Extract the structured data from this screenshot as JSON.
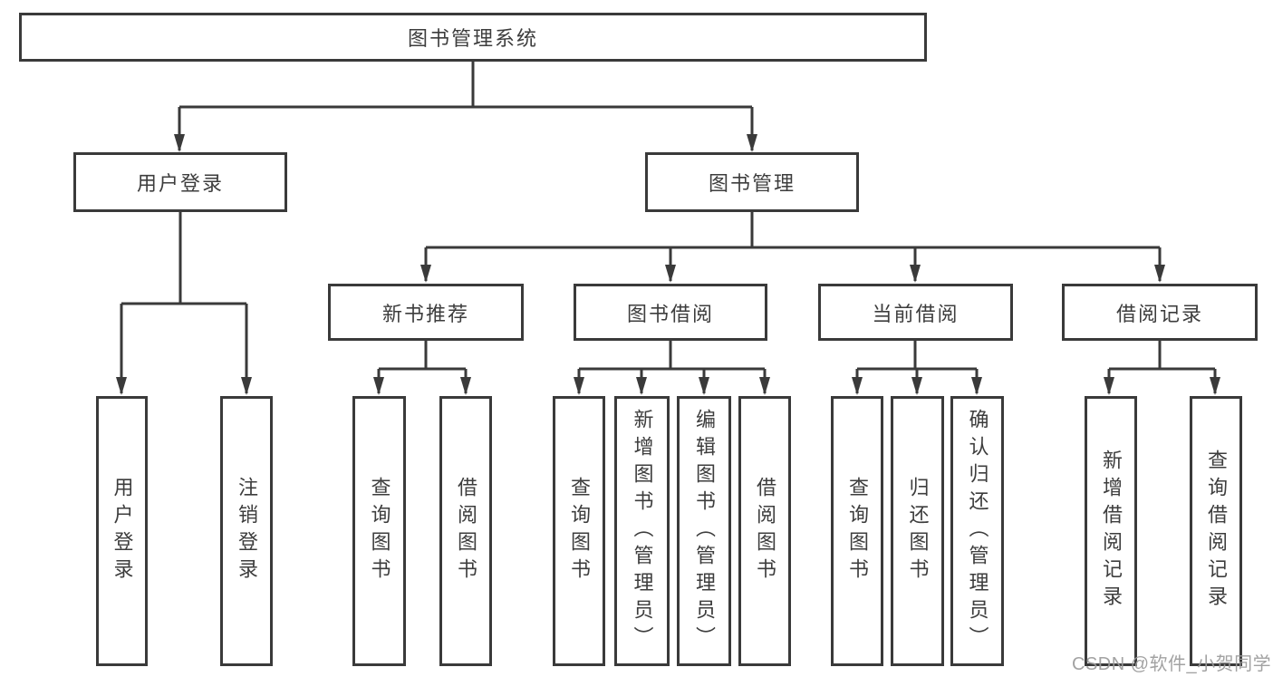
{
  "colors": {
    "line": "#3a3a3a",
    "box_border": "#3a3a3a",
    "text": "#3d3d3d",
    "background": "#ffffff",
    "watermark": "#9b9b9b"
  },
  "watermark": {
    "text": "CSDN @软件_小贺同学"
  },
  "tree": {
    "root": {
      "label": "图书管理系统",
      "children": [
        {
          "label": "用户登录",
          "children": [
            {
              "label": "用户登录"
            },
            {
              "label": "注销登录"
            }
          ]
        },
        {
          "label": "图书管理",
          "children": [
            {
              "label": "新书推荐",
              "children": [
                {
                  "label": "查询图书"
                },
                {
                  "label": "借阅图书"
                }
              ]
            },
            {
              "label": "图书借阅",
              "children": [
                {
                  "label": "查询图书"
                },
                {
                  "label": "新增图书（管理员）"
                },
                {
                  "label": "编辑图书（管理员）"
                },
                {
                  "label": "借阅图书"
                }
              ]
            },
            {
              "label": "当前借阅",
              "children": [
                {
                  "label": "查询图书"
                },
                {
                  "label": "归还图书"
                },
                {
                  "label": "确认归还（管理员）"
                }
              ]
            },
            {
              "label": "借阅记录",
              "children": [
                {
                  "label": "新增借阅记录"
                },
                {
                  "label": "查询借阅记录"
                }
              ]
            }
          ]
        }
      ]
    }
  }
}
